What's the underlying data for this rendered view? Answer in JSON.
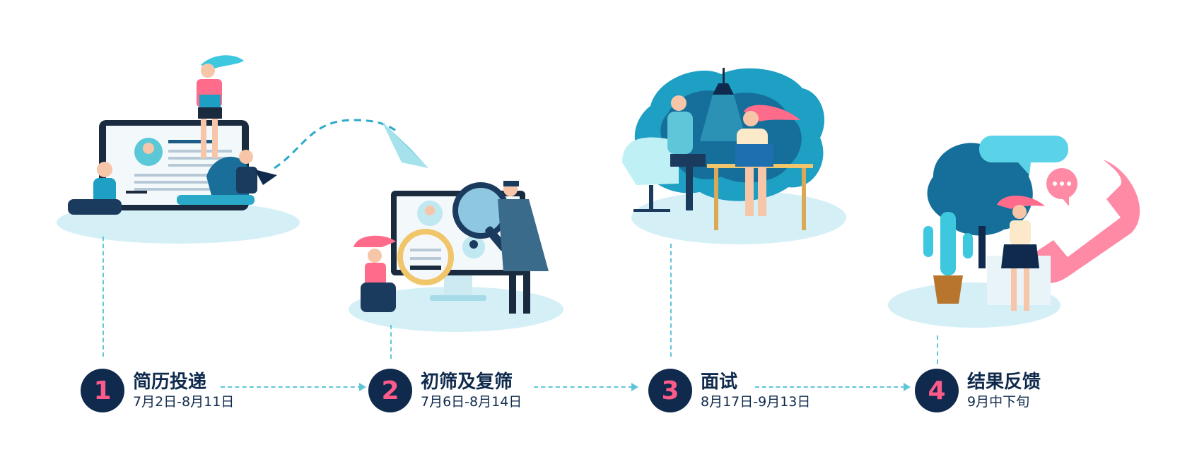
{
  "steps": [
    {
      "number": "1",
      "title": "简历投递",
      "date": "7月2日-8月11日"
    },
    {
      "number": "2",
      "title": "初筛及复筛",
      "date": "7月6日-8月14日"
    },
    {
      "number": "3",
      "title": "面试",
      "date": "8月17日-9月13日"
    },
    {
      "number": "4",
      "title": "结果反馈",
      "date": "9月中下旬"
    }
  ],
  "colors": {
    "navy": "#0f2a4c",
    "pink": "#ff5b8a",
    "teal": "#1e9fc4",
    "light_teal": "#cdeef5",
    "dashed_line": "#5fc6d8"
  }
}
